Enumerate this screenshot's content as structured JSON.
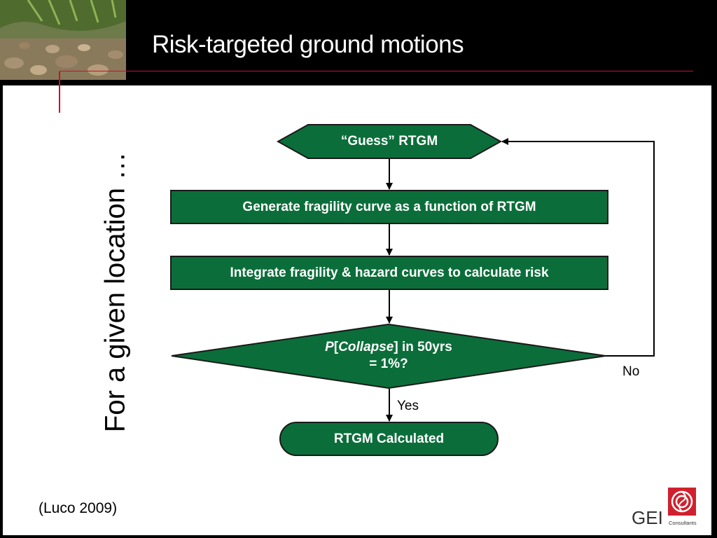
{
  "slide": {
    "title": "Risk-targeted ground motions",
    "side_text": "For a given location …",
    "citation": "(Luco 2009)"
  },
  "flowchart": {
    "nodes": {
      "guess": "“Guess” RTGM",
      "fragility": "Generate fragility curve as a function of RTGM",
      "integrate": "Integrate fragility & hazard curves to calculate risk",
      "decision_p": "P",
      "decision_open": "[",
      "decision_collapse": "Collapse",
      "decision_rest": "] in 50yrs",
      "decision_line2": "= 1%?",
      "result": "RTGM Calculated"
    },
    "edges": {
      "yes": "Yes",
      "no": "No"
    },
    "colors": {
      "node_fill": "#0b6e3a",
      "node_stroke": "#1a1a1a",
      "accent": "#c8102e"
    }
  },
  "logo": {
    "name": "GEI",
    "subtitle": "Consultants"
  }
}
